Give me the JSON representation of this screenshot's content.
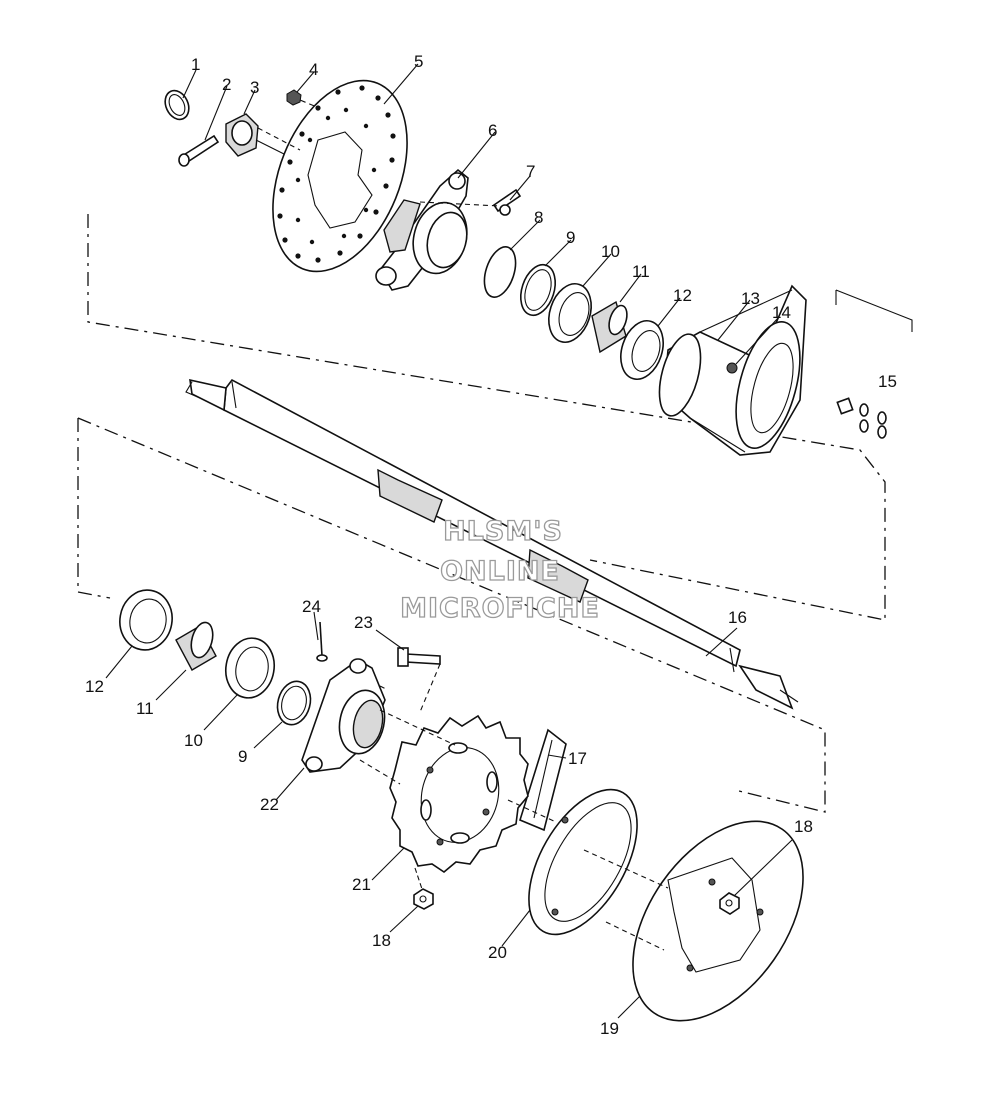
{
  "watermark": {
    "lines": [
      "HLSM'S",
      "ONLINE",
      "MICROFICHE"
    ]
  },
  "callouts": [
    "1",
    "2",
    "3",
    "4",
    "5",
    "6",
    "7",
    "8",
    "9",
    "10",
    "11",
    "12",
    "13",
    "14",
    "15",
    "16",
    "17",
    "12",
    "11",
    "10",
    "9",
    "24",
    "23",
    "22",
    "21",
    "18",
    "20",
    "18",
    "19"
  ]
}
